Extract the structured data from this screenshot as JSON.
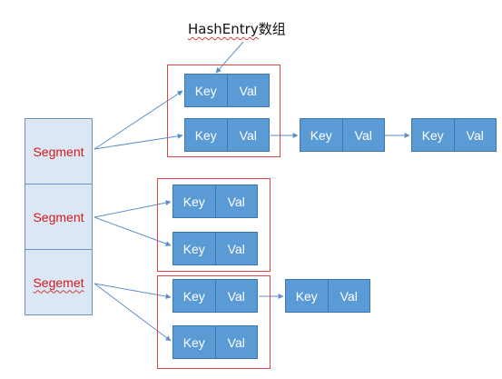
{
  "title": {
    "hash": "HashEntry",
    "suffix": "数组"
  },
  "segments": [
    "Segment",
    "Segment",
    "Segemet"
  ],
  "entry": {
    "key": "Key",
    "val": "Val"
  },
  "colors": {
    "entry_fill": "#5b9bd5",
    "segment_fill": "#dbe7f4",
    "segment_text": "#d11a1a",
    "table_border": "#e04545",
    "arrow": "#5b8fc7"
  }
}
